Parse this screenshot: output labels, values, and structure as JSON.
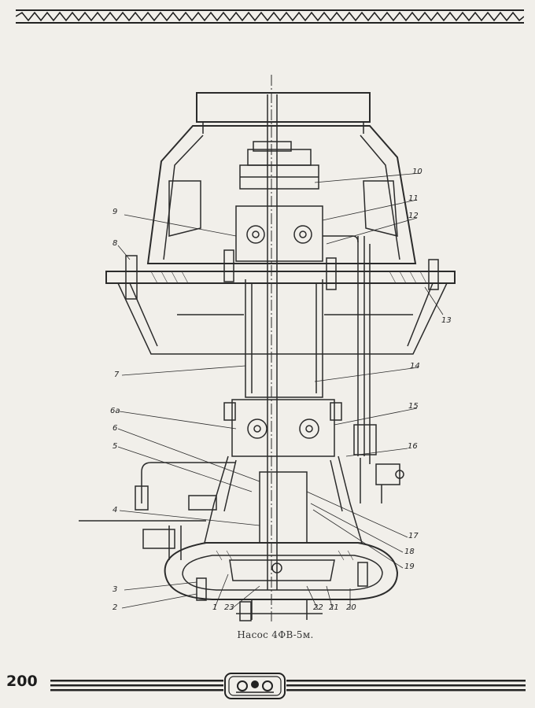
{
  "page_number": "200",
  "caption": "Насос 4ФВ-5м.",
  "callouts": {
    "c1": "1",
    "c2": "2",
    "c3": "3",
    "c4": "4",
    "c5": "5",
    "c6": "6",
    "c6a": "6а",
    "c7": "7",
    "c8": "8",
    "c9": "9",
    "c10": "10",
    "c11": "11",
    "c12": "12",
    "c13": "13",
    "c14": "14",
    "c15": "15",
    "c16": "16",
    "c17": "17",
    "c18": "18",
    "c19": "19",
    "c20": "20",
    "c21": "21",
    "c22": "22",
    "c23": "23"
  }
}
